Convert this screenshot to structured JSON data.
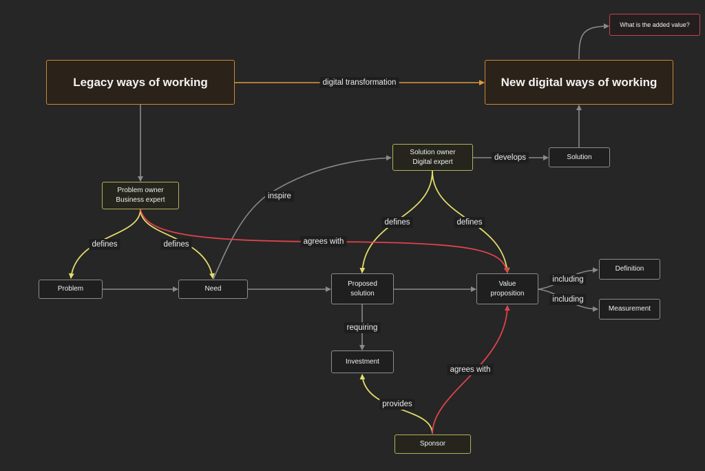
{
  "nodes": {
    "legacy": "Legacy ways of working",
    "new_digital": "New digital ways of working",
    "added_value": "What is the added value?",
    "problem_owner": "Problem owner\nBusiness expert",
    "solution_owner": "Solution owner\nDigital expert",
    "solution": "Solution",
    "problem": "Problem",
    "need": "Need",
    "proposed_solution": "Proposed\nsolution",
    "value_proposition": "Value\nproposition",
    "definition": "Definition",
    "measurement": "Measurement",
    "investment": "Investment",
    "sponsor": "Sponsor"
  },
  "edge_labels": {
    "digital_transformation": "digital transformation",
    "develops": "develops",
    "inspire": "inspire",
    "defines_problem": "defines",
    "defines_need": "defines",
    "agrees_with_owner": "agrees with",
    "defines_proposed": "defines",
    "defines_value": "defines",
    "including_definition": "including",
    "including_measurement": "including",
    "requiring": "requiring",
    "provides": "provides",
    "agrees_with_sponsor": "agrees with"
  },
  "colors": {
    "background": "#262626",
    "gray_edge": "#8a8a8a",
    "orange_edge": "#e09a3c",
    "yellow_edge": "#e3dd6c",
    "red_edge": "#e0434b"
  }
}
